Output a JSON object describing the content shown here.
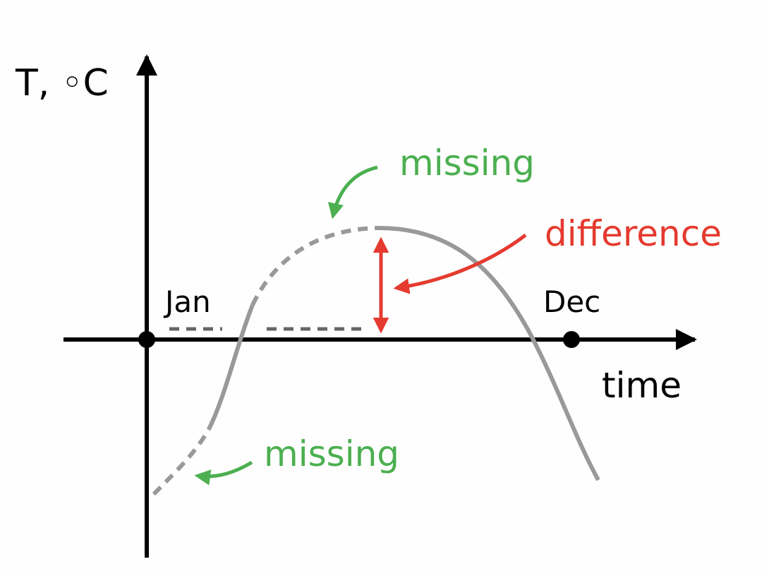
{
  "axes": {
    "y_label": "T, ◦C",
    "x_label": "time"
  },
  "markers": {
    "start_label": "Jan",
    "end_label": "Dec"
  },
  "annotations": {
    "missing_top": "missing",
    "missing_bottom": "missing",
    "difference": "difference"
  },
  "colors": {
    "axis": "#000000",
    "curve": "#999999",
    "missing": "#4caf50",
    "difference": "#e53a2f",
    "baseline_dash": "#666666"
  }
}
